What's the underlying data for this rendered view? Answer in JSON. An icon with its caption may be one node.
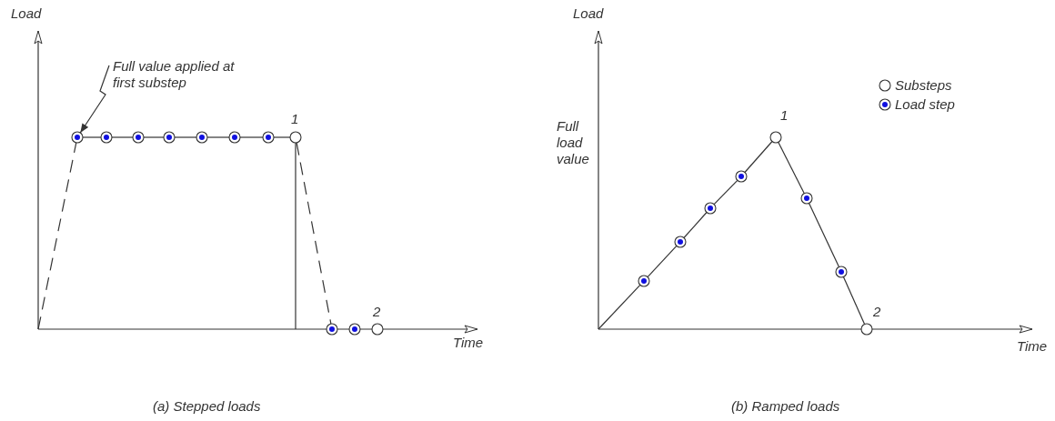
{
  "diagram": {
    "nodes": [
      {
        "text": [
          "Full value applied at first substep"
        ]
      },
      {
        "text": [],
        "shape": "circle"
      },
      {
        "text": [],
        "shape": "circle"
      },
      {
        "text": [],
        "shape": "circle"
      },
      {
        "text": [],
        "shape": "circle"
      },
      {
        "text": [],
        "shape": "circle"
      },
      {
        "text": [],
        "shape": "circle"
      },
      {
        "text": [],
        "shape": "circle"
      },
      {
        "text": [],
        "shape": "circle"
      },
      {
        "text": [],
        "shape": "circle"
      },
      {
        "text": [],
        "shape": "circle"
      },
      {
        "text": [],
        "shape": "circle"
      },
      {
        "text": [],
        "shape": "circle"
      },
      {
        "text": [],
        "shape": "circle"
      },
      {
        "text": [],
        "shape": "circle"
      },
      {
        "text": [],
        "shape": "circle"
      },
      {
        "text": [],
        "shape": "circle"
      },
      {
        "text": [],
        "shape": "circle"
      },
      {
        "text": [],
        "shape": "circle"
      },
      {
        "text": [],
        "shape": "circle"
      }
    ],
    "edges": [
      {
        "from": 0,
        "to": 1,
        "arrow": "to"
      },
      {
        "from": null,
        "to": 1,
        "arrow": "none",
        "style": "dashed"
      },
      {
        "from": 1,
        "to": 2,
        "arrow": "none"
      },
      {
        "from": 2,
        "to": 3,
        "arrow": "none"
      },
      {
        "from": 3,
        "to": 4,
        "arrow": "none"
      },
      {
        "from": 4,
        "to": 5,
        "arrow": "none"
      },
      {
        "from": 5,
        "to": 6,
        "arrow": "none"
      },
      {
        "from": 6,
        "to": 7,
        "arrow": "none"
      },
      {
        "from": 7,
        "to": 8,
        "arrow": "none"
      },
      {
        "from": 8,
        "to": null,
        "arrow": "none"
      },
      {
        "from": 8,
        "to": 9,
        "arrow": "none",
        "style": "dashed"
      },
      {
        "from": null,
        "to": 12,
        "arrow": "none"
      },
      {
        "from": 12,
        "to": 13,
        "arrow": "none"
      },
      {
        "from": 13,
        "to": 14,
        "arrow": "none"
      },
      {
        "from": 14,
        "to": 15,
        "arrow": "none"
      },
      {
        "from": 15,
        "to": 16,
        "arrow": "none"
      },
      {
        "from": 16,
        "to": 17,
        "arrow": "none"
      },
      {
        "from": 17,
        "to": 18,
        "arrow": "none"
      },
      {
        "from": 18,
        "to": 19,
        "arrow": "none"
      }
    ],
    "labels": [
      "Load",
      "Time",
      "1",
      "2",
      "(a) Stepped loads",
      "Load",
      "Full load value",
      "1",
      "2",
      "Time",
      "(b) Ramped loads"
    ],
    "legend": [
      {
        "text": "Substeps"
      },
      {
        "text": "Load step"
      }
    ]
  }
}
